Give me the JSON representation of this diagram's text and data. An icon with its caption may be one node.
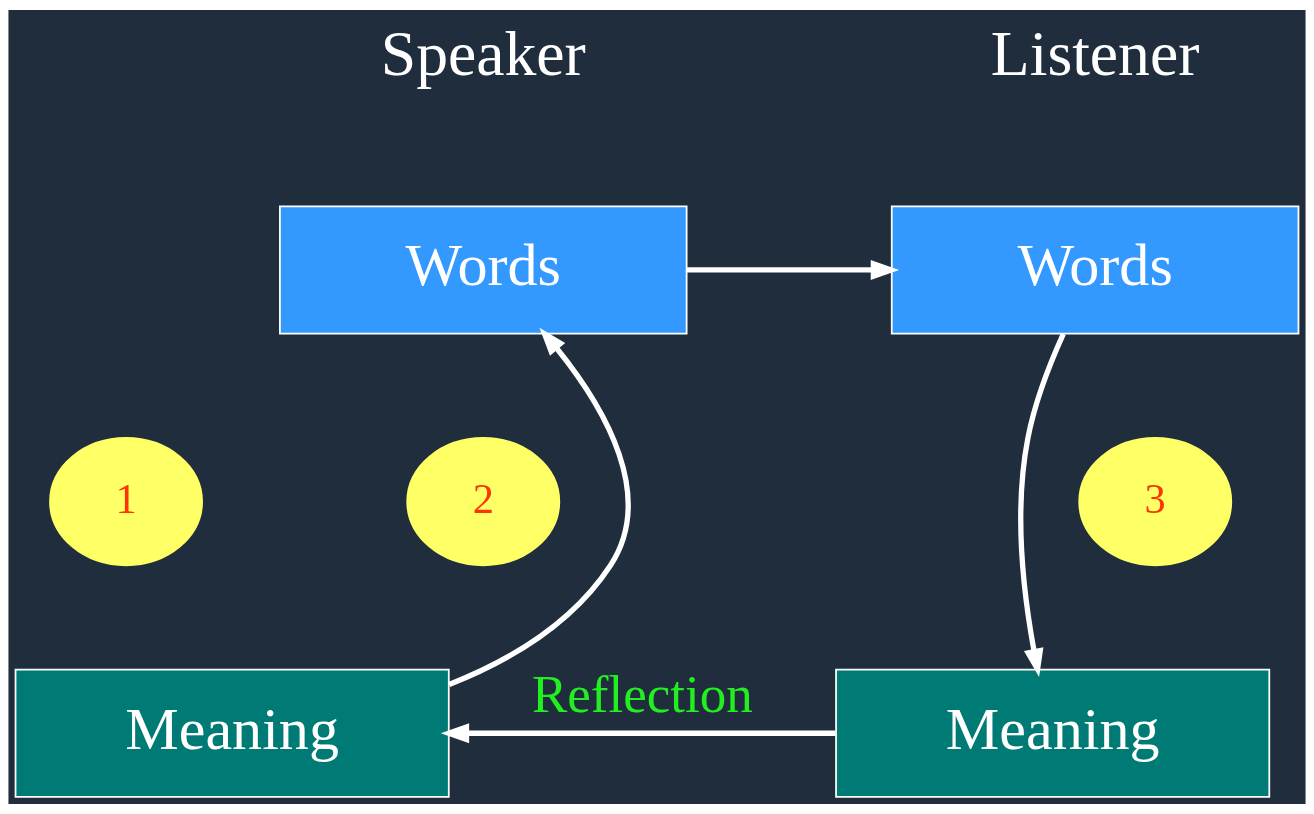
{
  "diagram": {
    "nodes": [
      {
        "text": [
          "Words"
        ]
      },
      {
        "text": [
          "Words"
        ]
      },
      {
        "text": [
          "2"
        ]
      },
      {
        "text": [
          "1"
        ]
      },
      {
        "text": [
          "3"
        ]
      },
      {
        "text": [
          "Meaning"
        ]
      },
      {
        "text": [
          "Meaning"
        ]
      }
    ],
    "edges": [
      {
        "from": 5,
        "to": 0,
        "arrow": "to"
      },
      {
        "from": 0,
        "to": 1,
        "arrow": "to"
      },
      {
        "from": 1,
        "to": 6,
        "arrow": "to"
      },
      {
        "from": 6,
        "to": 5,
        "arrow": "to",
        "label": "Reflection"
      }
    ],
    "labels": [
      "Speaker",
      "Listener"
    ]
  }
}
